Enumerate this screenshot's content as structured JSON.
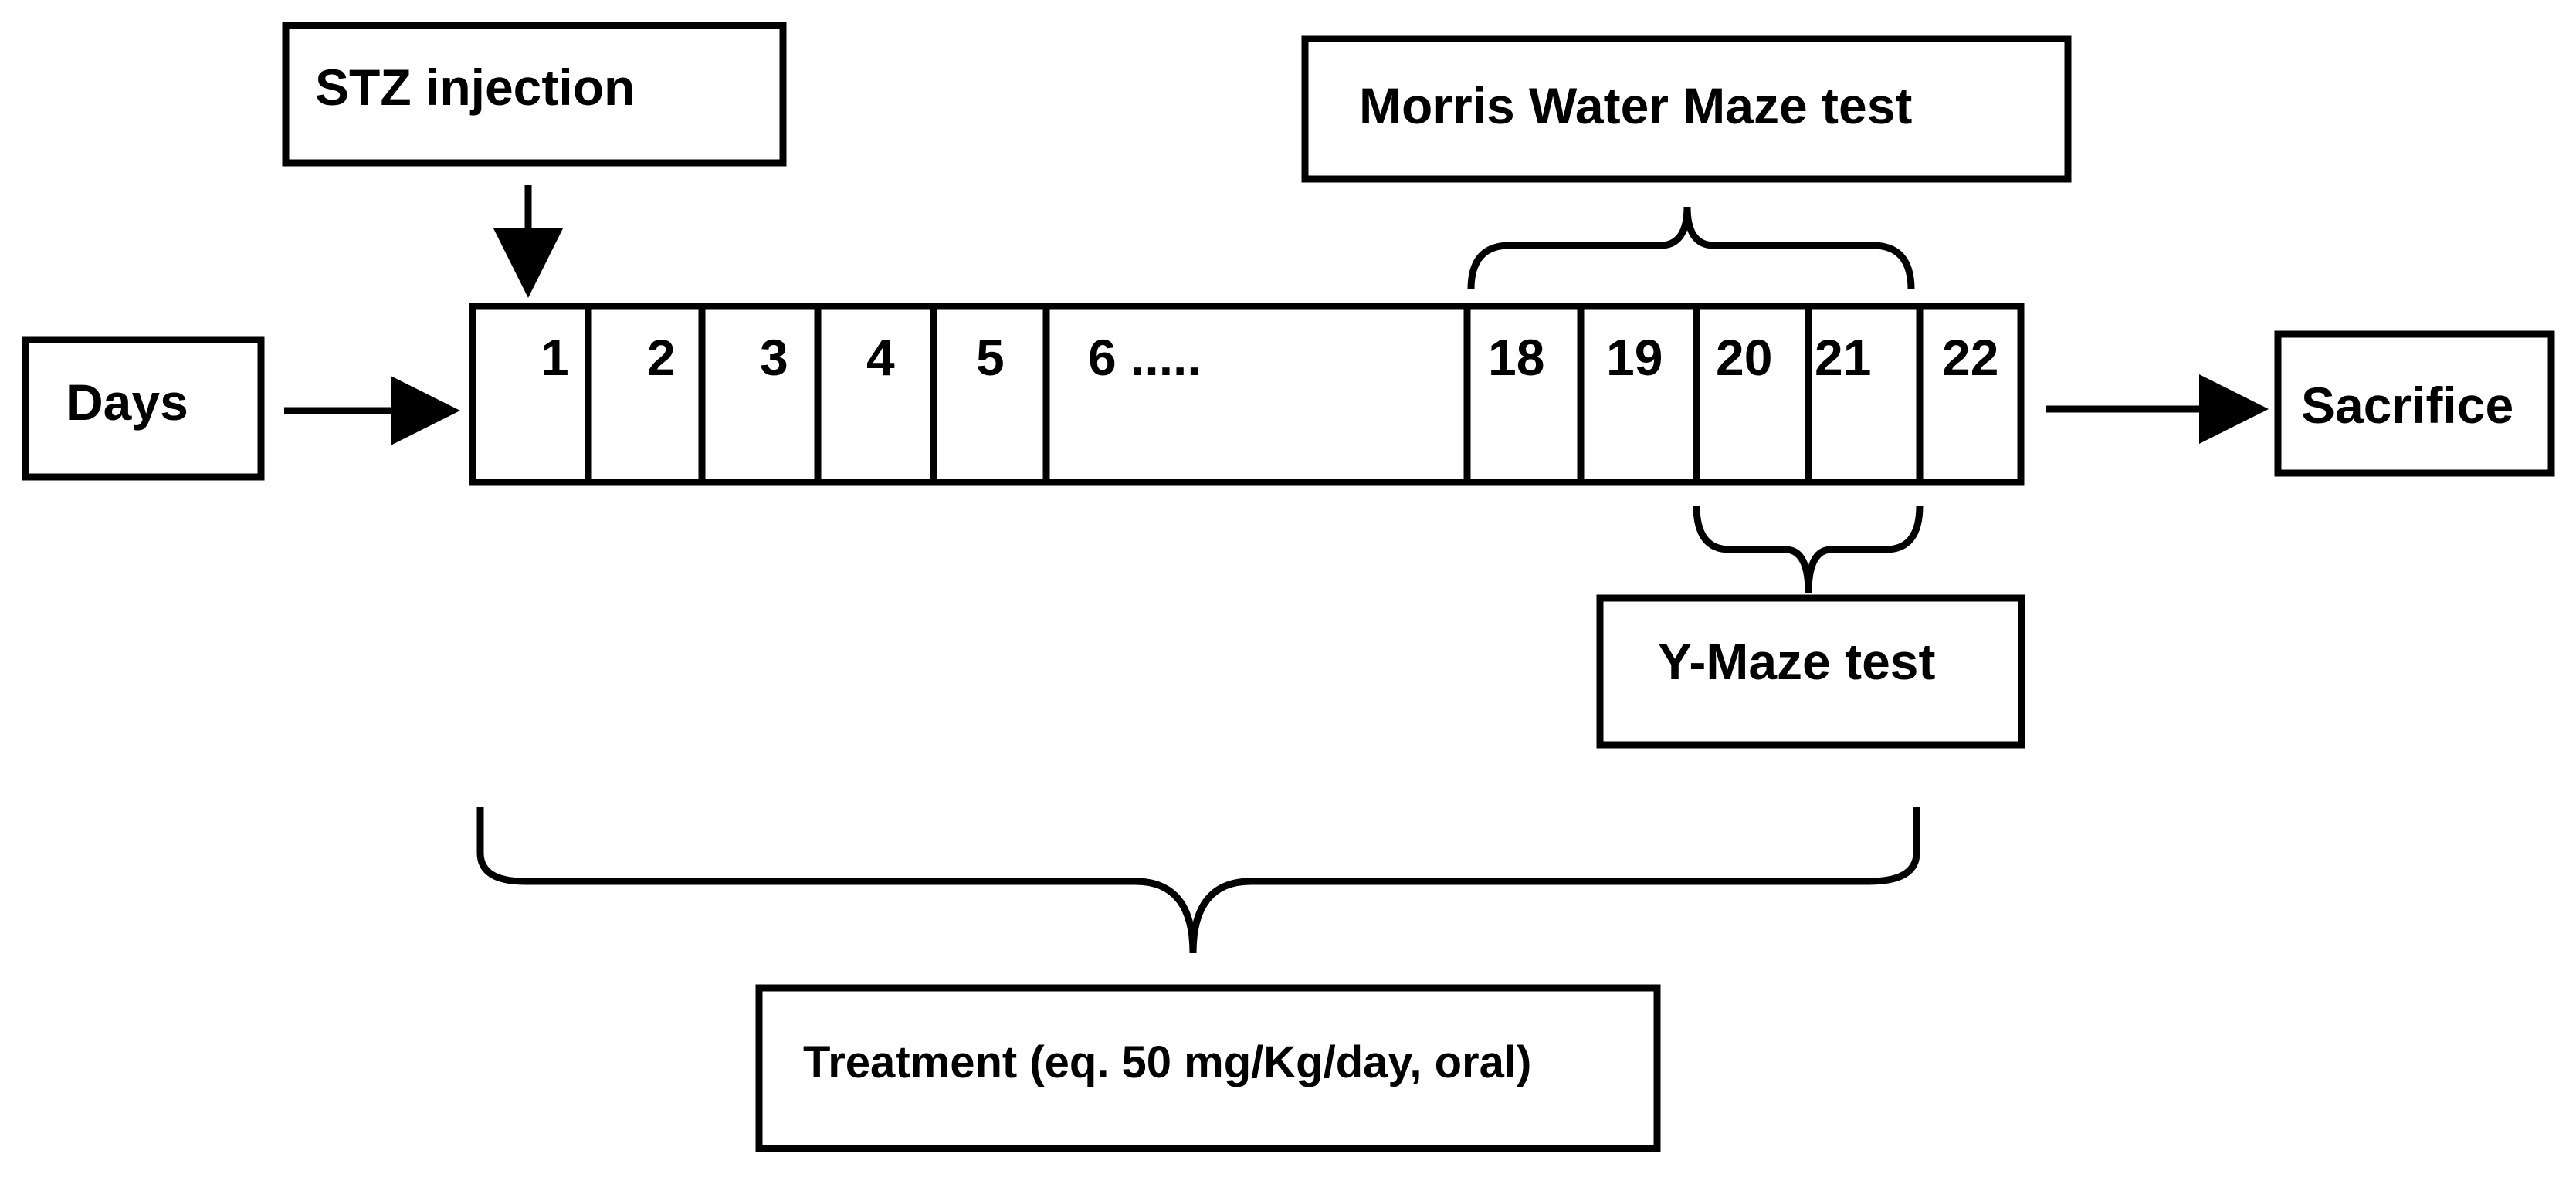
{
  "labels": {
    "stz": "STZ injection",
    "days": "Days",
    "sacrifice": "Sacrifice",
    "morris": "Morris Water Maze test",
    "ymaze": "Y-Maze test",
    "treatment": "Treatment (eq. 50 mg/Kg/day, oral)"
  },
  "timeline": {
    "cells": [
      "1",
      "2",
      "3",
      "4",
      "5",
      "6 .....",
      "18",
      "19",
      "20",
      "21",
      "22"
    ]
  },
  "colors": {
    "line": "#000000",
    "treatment_text": "#ff0000"
  }
}
